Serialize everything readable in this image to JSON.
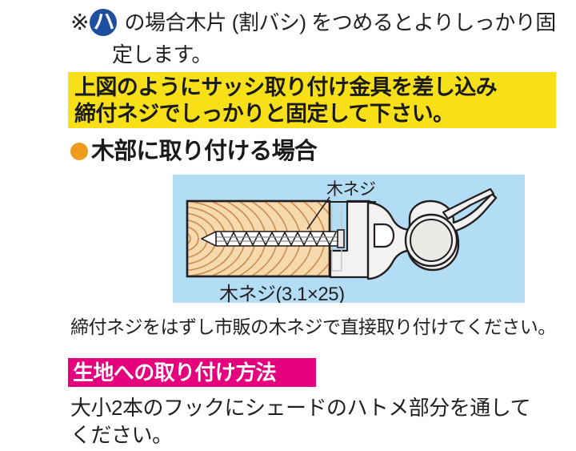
{
  "note": {
    "kome_symbol": "※",
    "badge_label": "ハ",
    "badge_color": "#1d4f9e",
    "line1": "の場合木片 (割バシ) をつめるとよりしっかり固",
    "line2": "定します。"
  },
  "yellow_banner": {
    "background_color": "#f7e017",
    "line1": "上図のようにサッシ取り付け金具を差し込み",
    "line2": "締付ネジでしっかりと固定して下さい。"
  },
  "bullet_heading": {
    "bullet_color": "#ef9c1e",
    "text": "木部に取り付ける場合"
  },
  "diagram": {
    "background_color": "#b3ddf5",
    "callout_label": "木ネジ",
    "caption": "木ネジ(3.1×25)",
    "wood_color": "#f5d5a8",
    "metal_color": "#f2f0ee"
  },
  "instruction_paragraph": "締付ネジをはずし市販の木ネジで直接取り付けてください。",
  "pink_banner": {
    "background_color": "#e5007e",
    "text": "生地への取り付け方法"
  },
  "final_paragraph": {
    "line1": "大小2本のフックにシェードのハトメ部分を通して",
    "line2": "ください。"
  }
}
